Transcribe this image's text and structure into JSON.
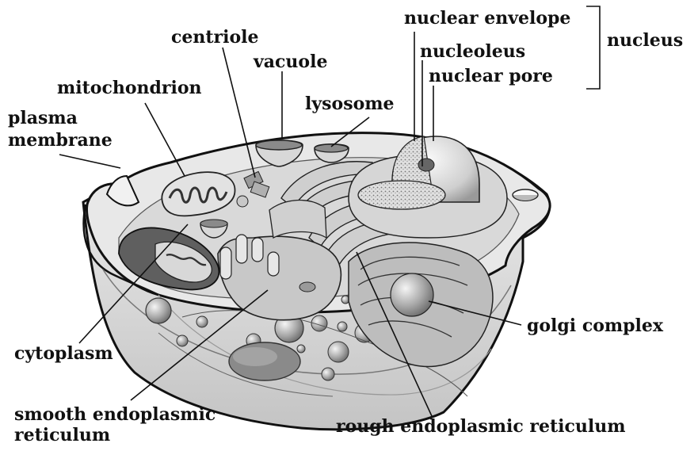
{
  "labels": {
    "nuclear_envelope": "nuclear envelope",
    "nucleoleus": "nucleoleus",
    "nuclear_pore": "nuclear pore",
    "nucleus": "nucleus",
    "centriole": "centriole",
    "vacuole": "vacuole",
    "mitochondrion": "mitochondrion",
    "lysosome": "lysosome",
    "plasma": "plasma",
    "membrane": "membrane",
    "golgi_complex": "golgi complex",
    "cytoplasm": "cytoplasm",
    "smooth_er_line1": "smooth endoplasmic",
    "smooth_er_line2": "reticulum",
    "rough_er": "rough endoplasmic reticulum"
  },
  "colors": {
    "ink": "#111111",
    "membrane_fill": "#e6e6e6",
    "cytoplasm_fill": "#d4d4d4",
    "organelle_dark": "#8c8c8c",
    "organelle_mid": "#b5b5b5",
    "organelle_light": "#f2f2f2"
  }
}
